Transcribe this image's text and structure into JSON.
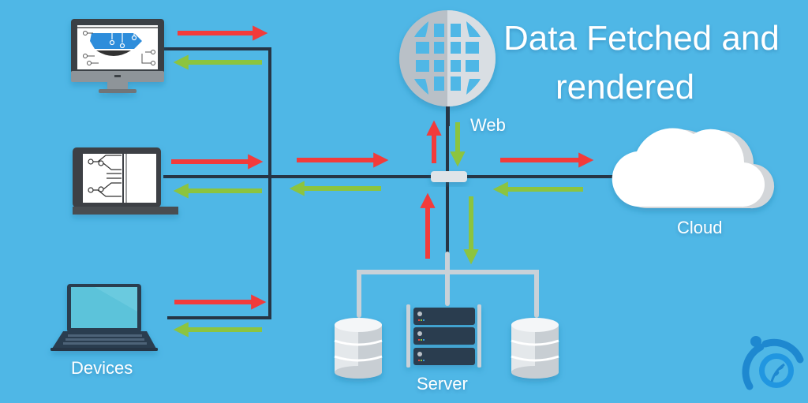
{
  "title": {
    "line1": "Data Fetched and",
    "line2": "rendered"
  },
  "labels": {
    "web": "Web",
    "cloud": "Cloud",
    "server": "Server",
    "devices": "Devices"
  },
  "nodes": [
    {
      "id": "desktop",
      "icon": "desktop-monitor-icon"
    },
    {
      "id": "laptop-dark",
      "icon": "laptop-circuit-icon"
    },
    {
      "id": "laptop",
      "icon": "laptop-icon"
    },
    {
      "id": "web",
      "icon": "globe-icon"
    },
    {
      "id": "hub",
      "icon": "network-hub-icon"
    },
    {
      "id": "cloud",
      "icon": "cloud-icon"
    },
    {
      "id": "database-left",
      "icon": "database-icon"
    },
    {
      "id": "server-rack",
      "icon": "server-rack-icon"
    },
    {
      "id": "database-right",
      "icon": "database-icon"
    },
    {
      "id": "brand-logo",
      "icon": "wheat-logo-icon"
    }
  ],
  "flows": {
    "request_color": "#f23b3b",
    "response_color": "#8cc43f",
    "wire_color": "#263545",
    "background": "#4fb7e6"
  }
}
